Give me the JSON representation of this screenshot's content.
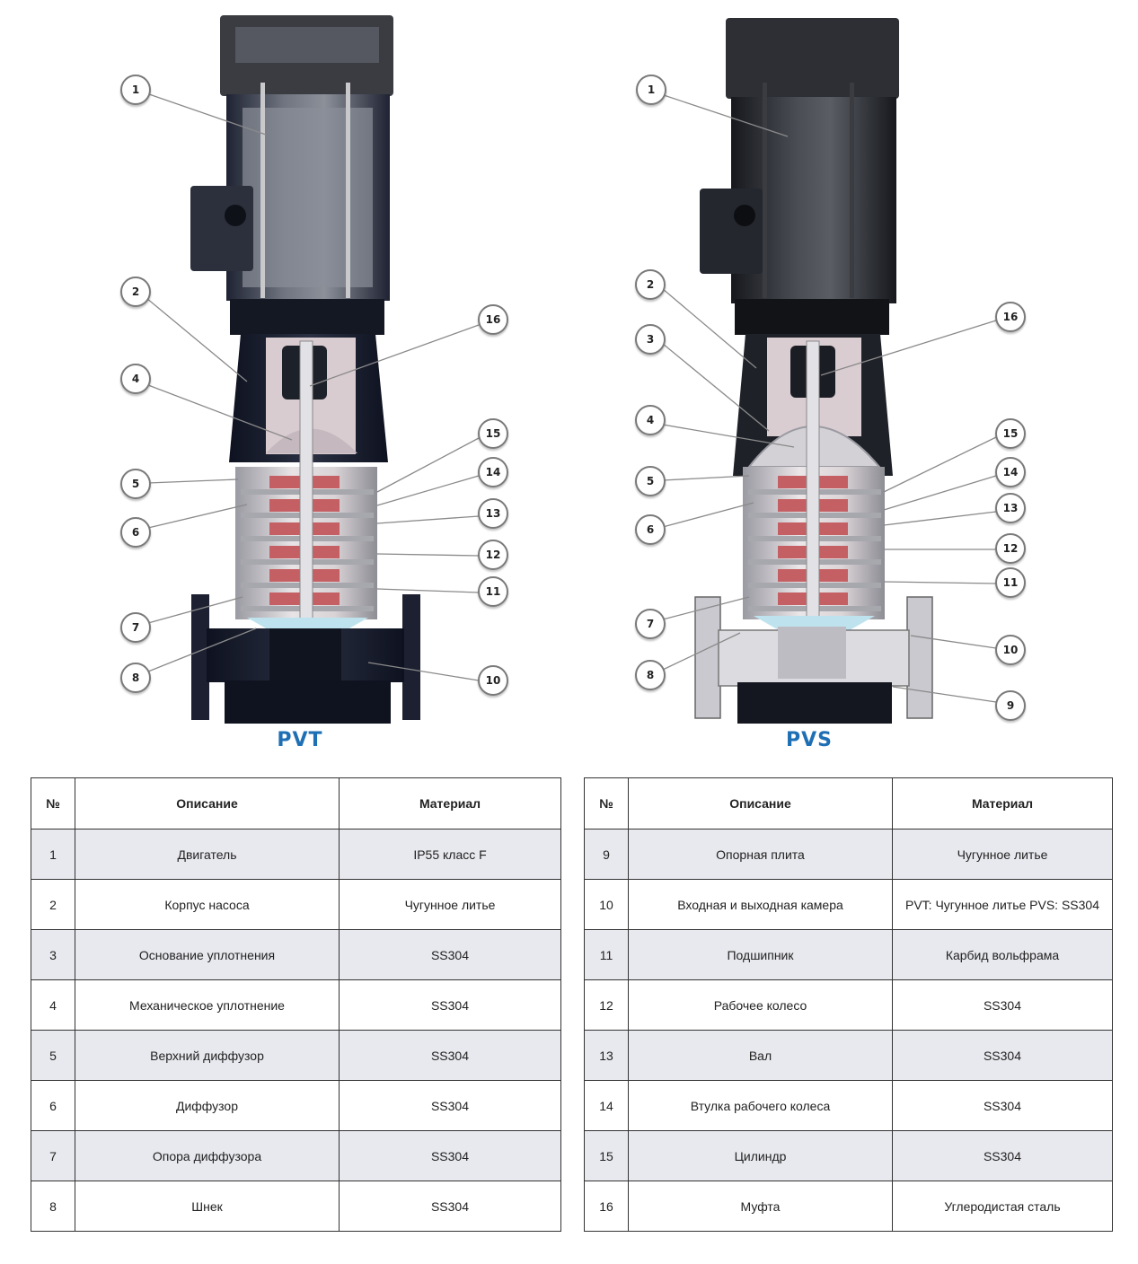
{
  "diagrams": [
    {
      "model": "PVT",
      "callouts": [
        "1",
        "2",
        "4",
        "5",
        "6",
        "7",
        "8",
        "16",
        "15",
        "14",
        "13",
        "12",
        "11",
        "10"
      ]
    },
    {
      "model": "PVS",
      "callouts": [
        "1",
        "2",
        "3",
        "4",
        "5",
        "6",
        "7",
        "8",
        "16",
        "15",
        "14",
        "13",
        "12",
        "11",
        "10",
        "9"
      ]
    }
  ],
  "table_headers": {
    "num": "№",
    "description": "Описание",
    "material": "Материал"
  },
  "tables": [
    {
      "rows": [
        {
          "num": "1",
          "description": "Двигатель",
          "material": "IP55 класс F"
        },
        {
          "num": "2",
          "description": "Корпус насоса",
          "material": "Чугунное литье"
        },
        {
          "num": "3",
          "description": "Основание уплотнения",
          "material": "SS304"
        },
        {
          "num": "4",
          "description": "Механическое уплотнение",
          "material": "SS304"
        },
        {
          "num": "5",
          "description": "Верхний диффузор",
          "material": "SS304"
        },
        {
          "num": "6",
          "description": "Диффузор",
          "material": "SS304"
        },
        {
          "num": "7",
          "description": "Опора диффузора",
          "material": "SS304"
        },
        {
          "num": "8",
          "description": "Шнек",
          "material": "SS304"
        }
      ]
    },
    {
      "rows": [
        {
          "num": "9",
          "description": "Опорная плита",
          "material": "Чугунное литье"
        },
        {
          "num": "10",
          "description": "Входная и выходная камера",
          "material": "PVT: Чугунное литье PVS: SS304"
        },
        {
          "num": "11",
          "description": "Подшипник",
          "material": "Карбид вольфрама"
        },
        {
          "num": "12",
          "description": "Рабочее колесо",
          "material": "SS304"
        },
        {
          "num": "13",
          "description": "Вал",
          "material": "SS304"
        },
        {
          "num": "14",
          "description": "Втулка рабочего колеса",
          "material": "SS304"
        },
        {
          "num": "15",
          "description": "Цилиндр",
          "material": "SS304"
        },
        {
          "num": "16",
          "description": "Муфта",
          "material": "Углеродистая сталь"
        }
      ]
    }
  ]
}
